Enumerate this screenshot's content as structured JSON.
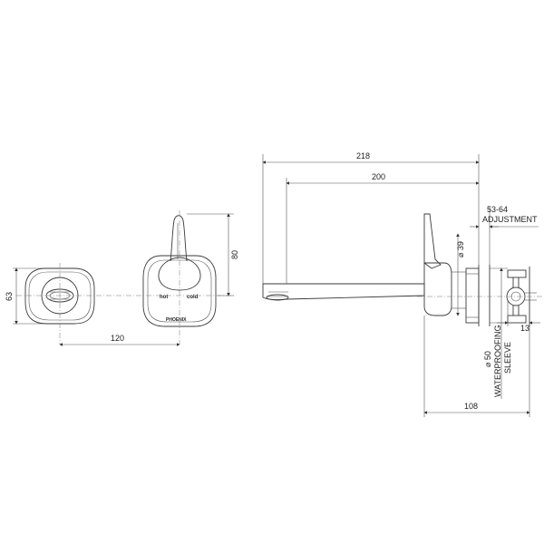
{
  "dimensions": {
    "overall_length": "218",
    "spout_length": "200",
    "adjustment_value": "53-64",
    "adjustment_label": "ADJUSTMENT",
    "diameter_39": "⌀ 39",
    "diameter_50": "⌀ 50",
    "sleeve_line1": "WATERPROOFING",
    "sleeve_line2": "SLEEVE",
    "depth_108": "108",
    "offset_13": "13",
    "plate_height_63": "63",
    "centers_120": "120",
    "height_80": "80"
  },
  "plate_labels": {
    "hot": "hot",
    "cold": "cold",
    "brand": "PHOENIX"
  },
  "colors": {
    "line": "#3a3a3a",
    "background": "#ffffff"
  }
}
